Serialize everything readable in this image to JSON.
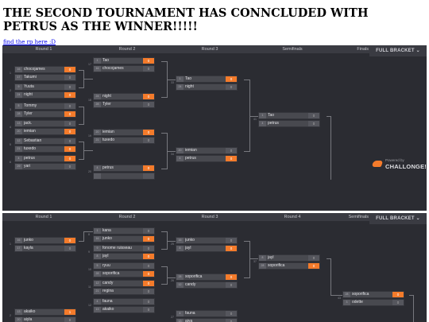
{
  "header": "THE SECOND TOURNAMENT HAS CONNCLUDED WITH PETRUS AS THE WINNER!!!!!",
  "link": "find the rp here :D",
  "full_bracket": "FULL BRACKET",
  "bracket1": {
    "rounds": [
      "Round 1",
      "Round 2",
      "Round 3",
      "Semifinals",
      "Finals"
    ],
    "matches": [
      {
        "id": "1",
        "p1": {
          "seed": "16",
          "name": "chocojames",
          "score": "0",
          "win": true
        },
        "p2": {
          "seed": "17",
          "name": "Takumi",
          "score": "0",
          "win": false
        }
      },
      {
        "id": "2",
        "p1": {
          "seed": "9",
          "name": "Yuuta",
          "score": "0",
          "win": false
        },
        "p2": {
          "seed": "24",
          "name": "night",
          "score": "0",
          "win": true
        }
      },
      {
        "id": "3",
        "p1": {
          "seed": "5",
          "name": "Tommy",
          "score": "0",
          "win": false
        },
        "p2": {
          "seed": "28",
          "name": "Tyler",
          "score": "0",
          "win": true
        }
      },
      {
        "id": "4",
        "p1": {
          "seed": "13",
          "name": "jack.",
          "score": "0",
          "win": false
        },
        "p2": {
          "seed": "20",
          "name": "iemian",
          "score": "0",
          "win": true
        }
      },
      {
        "id": "5",
        "p1": {
          "seed": "12",
          "name": "Sebastian",
          "score": "0",
          "win": false
        },
        "p2": {
          "seed": "21",
          "name": "tuxedo",
          "score": "0",
          "win": true
        }
      },
      {
        "id": "6",
        "p1": {
          "seed": "4",
          "name": "petrus",
          "score": "0",
          "win": true
        },
        "p2": {
          "seed": "29",
          "name": "yari",
          "score": "0",
          "win": false
        }
      },
      {
        "id": "17",
        "p1": {
          "seed": "1",
          "name": "Tao",
          "score": "0",
          "win": true
        },
        "p2": {
          "seed": "16",
          "name": "chocojames",
          "score": "0",
          "win": false
        }
      },
      {
        "id": "18",
        "p1": {
          "seed": "24",
          "name": "night",
          "score": "0",
          "win": true
        },
        "p2": {
          "seed": "28",
          "name": "Tyler",
          "score": "0",
          "win": false
        }
      },
      {
        "id": "19",
        "p1": {
          "seed": "20",
          "name": "iemian",
          "score": "0",
          "win": true
        },
        "p2": {
          "seed": "21",
          "name": "tuxedo",
          "score": "0",
          "win": false
        }
      },
      {
        "id": "20",
        "p1": {
          "seed": "4",
          "name": "petrus",
          "score": "0",
          "win": true
        },
        "p2": {
          "seed": "",
          "name": "",
          "score": "",
          "win": false
        }
      },
      {
        "id": "33",
        "p1": {
          "seed": "1",
          "name": "Tao",
          "score": "0",
          "win": true
        },
        "p2": {
          "seed": "24",
          "name": "night",
          "score": "0",
          "win": false
        }
      },
      {
        "id": "34",
        "p1": {
          "seed": "20",
          "name": "iemian",
          "score": "0",
          "win": false
        },
        "p2": {
          "seed": "4",
          "name": "petrus",
          "score": "0",
          "win": true
        }
      },
      {
        "id": "41",
        "p1": {
          "seed": "1",
          "name": "Tao",
          "score": "0",
          "win": false
        },
        "p2": {
          "seed": "4",
          "name": "petrus",
          "score": "0",
          "win": false
        }
      }
    ]
  },
  "bracket2": {
    "rounds": [
      "Round 1",
      "Round 2",
      "Round 3",
      "Round 4",
      "Semifinals"
    ],
    "matches": [
      {
        "id": "1",
        "p1": {
          "seed": "16",
          "name": "junko",
          "score": "0",
          "win": true
        },
        "p2": {
          "seed": "17",
          "name": "kayla",
          "score": "0",
          "win": false
        }
      },
      {
        "id": "8",
        "p1": {
          "seed": "1",
          "name": "kana",
          "score": "0",
          "win": false
        },
        "p2": {
          "seed": "16",
          "name": "junko",
          "score": "0",
          "win": true
        }
      },
      {
        "id": "9",
        "p1": {
          "seed": "9",
          "name": "fonome ruisseau",
          "score": "0",
          "win": false
        },
        "p2": {
          "seed": "8",
          "name": "jayl",
          "score": "0",
          "win": true
        }
      },
      {
        "id": "10",
        "p1": {
          "seed": "5",
          "name": "ryuu",
          "score": "0",
          "win": false
        },
        "p2": {
          "seed": "28",
          "name": "soporifica",
          "score": "0",
          "win": true
        }
      },
      {
        "id": "11",
        "p1": {
          "seed": "12",
          "name": "candy",
          "score": "0",
          "win": true
        },
        "p2": {
          "seed": "21",
          "name": "regina",
          "score": "0",
          "win": false
        }
      },
      {
        "id": "12",
        "p1": {
          "seed": "4",
          "name": "fauna",
          "score": "0",
          "win": false
        },
        "p2": {
          "seed": "13",
          "name": "akaiko",
          "score": "0",
          "win": false
        }
      },
      {
        "id": "25",
        "p1": {
          "seed": "16",
          "name": "junko",
          "score": "0",
          "win": false
        },
        "p2": {
          "seed": "8",
          "name": "jayl",
          "score": "0",
          "win": true
        }
      },
      {
        "id": "26",
        "p1": {
          "seed": "28",
          "name": "soporifica",
          "score": "0",
          "win": true
        },
        "p2": {
          "seed": "12",
          "name": "candy",
          "score": "0",
          "win": false
        }
      },
      {
        "id": "27",
        "p1": {
          "seed": "4",
          "name": "fauna",
          "score": "0",
          "win": false
        },
        "p2": {
          "seed": "13",
          "name": "aiya",
          "score": "0",
          "win": false
        }
      },
      {
        "id": "37",
        "p1": {
          "seed": "8",
          "name": "jayl",
          "score": "0",
          "win": false
        },
        "p2": {
          "seed": "28",
          "name": "soporifica",
          "score": "0",
          "win": true
        }
      },
      {
        "id": "43",
        "p1": {
          "seed": "28",
          "name": "soporifica",
          "score": "0",
          "win": true
        },
        "p2": {
          "seed": "3",
          "name": "odette",
          "score": "0",
          "win": false
        }
      },
      {
        "id": "2",
        "p1": {
          "seed": "13",
          "name": "akaiko",
          "score": "1",
          "win": true
        },
        "p2": {
          "seed": "20",
          "name": "aiyla",
          "score": "0",
          "win": false
        }
      }
    ]
  },
  "powered_by": "Powered by",
  "challonge": "CHALLONGE!"
}
